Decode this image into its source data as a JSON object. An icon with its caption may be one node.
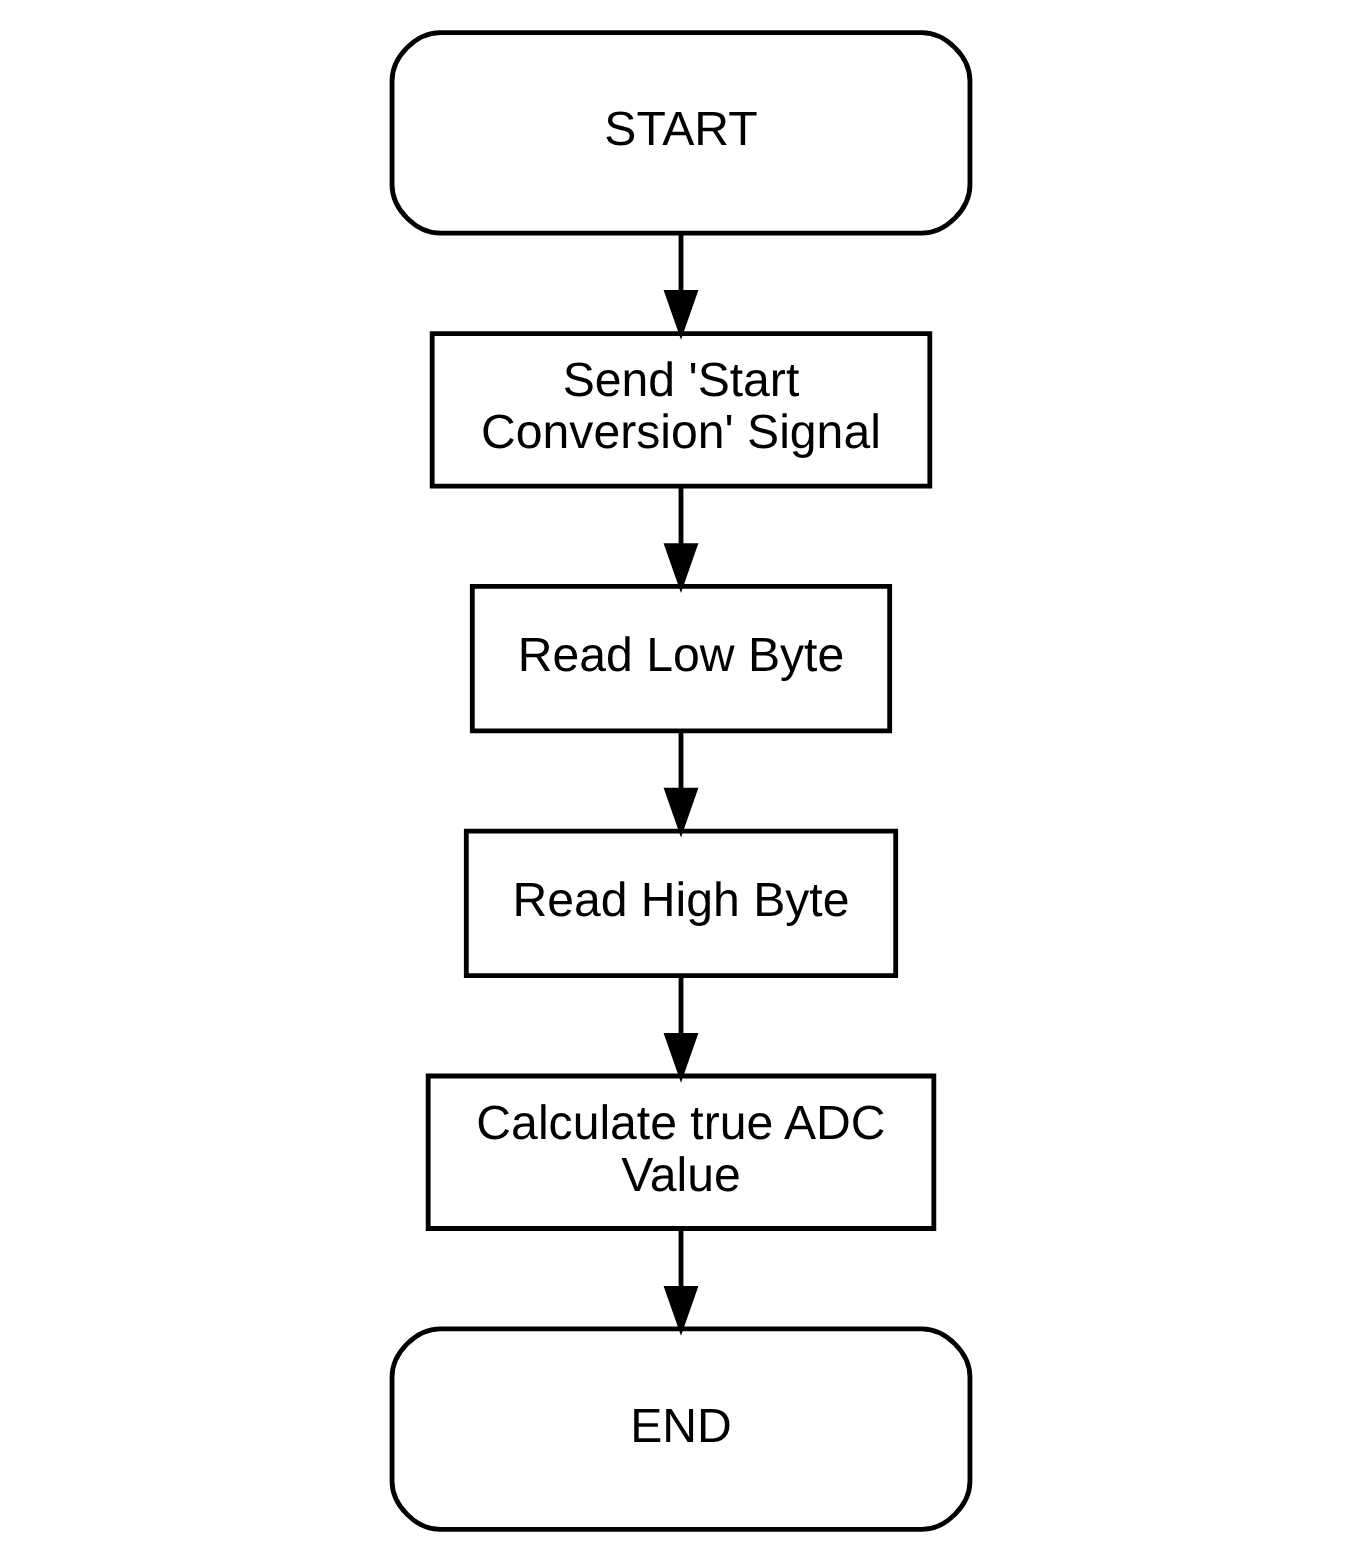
{
  "diagram": {
    "nodes": [
      {
        "text": [
          "START"
        ]
      },
      {
        "text": [
          "Send 'Start Conversion' Signal"
        ]
      },
      {
        "text": [
          "Read Low Byte"
        ]
      },
      {
        "text": [
          "Read High Byte"
        ]
      },
      {
        "text": [
          "Calculate true ADC Value"
        ]
      },
      {
        "text": [
          "END"
        ]
      }
    ],
    "edges": [
      {
        "from": 0,
        "to": 1,
        "arrow": "to"
      },
      {
        "from": 1,
        "to": 2,
        "arrow": "to"
      },
      {
        "from": 2,
        "to": 3,
        "arrow": "to"
      },
      {
        "from": 3,
        "to": 4,
        "arrow": "to"
      },
      {
        "from": 4,
        "to": 5,
        "arrow": "to"
      }
    ]
  }
}
